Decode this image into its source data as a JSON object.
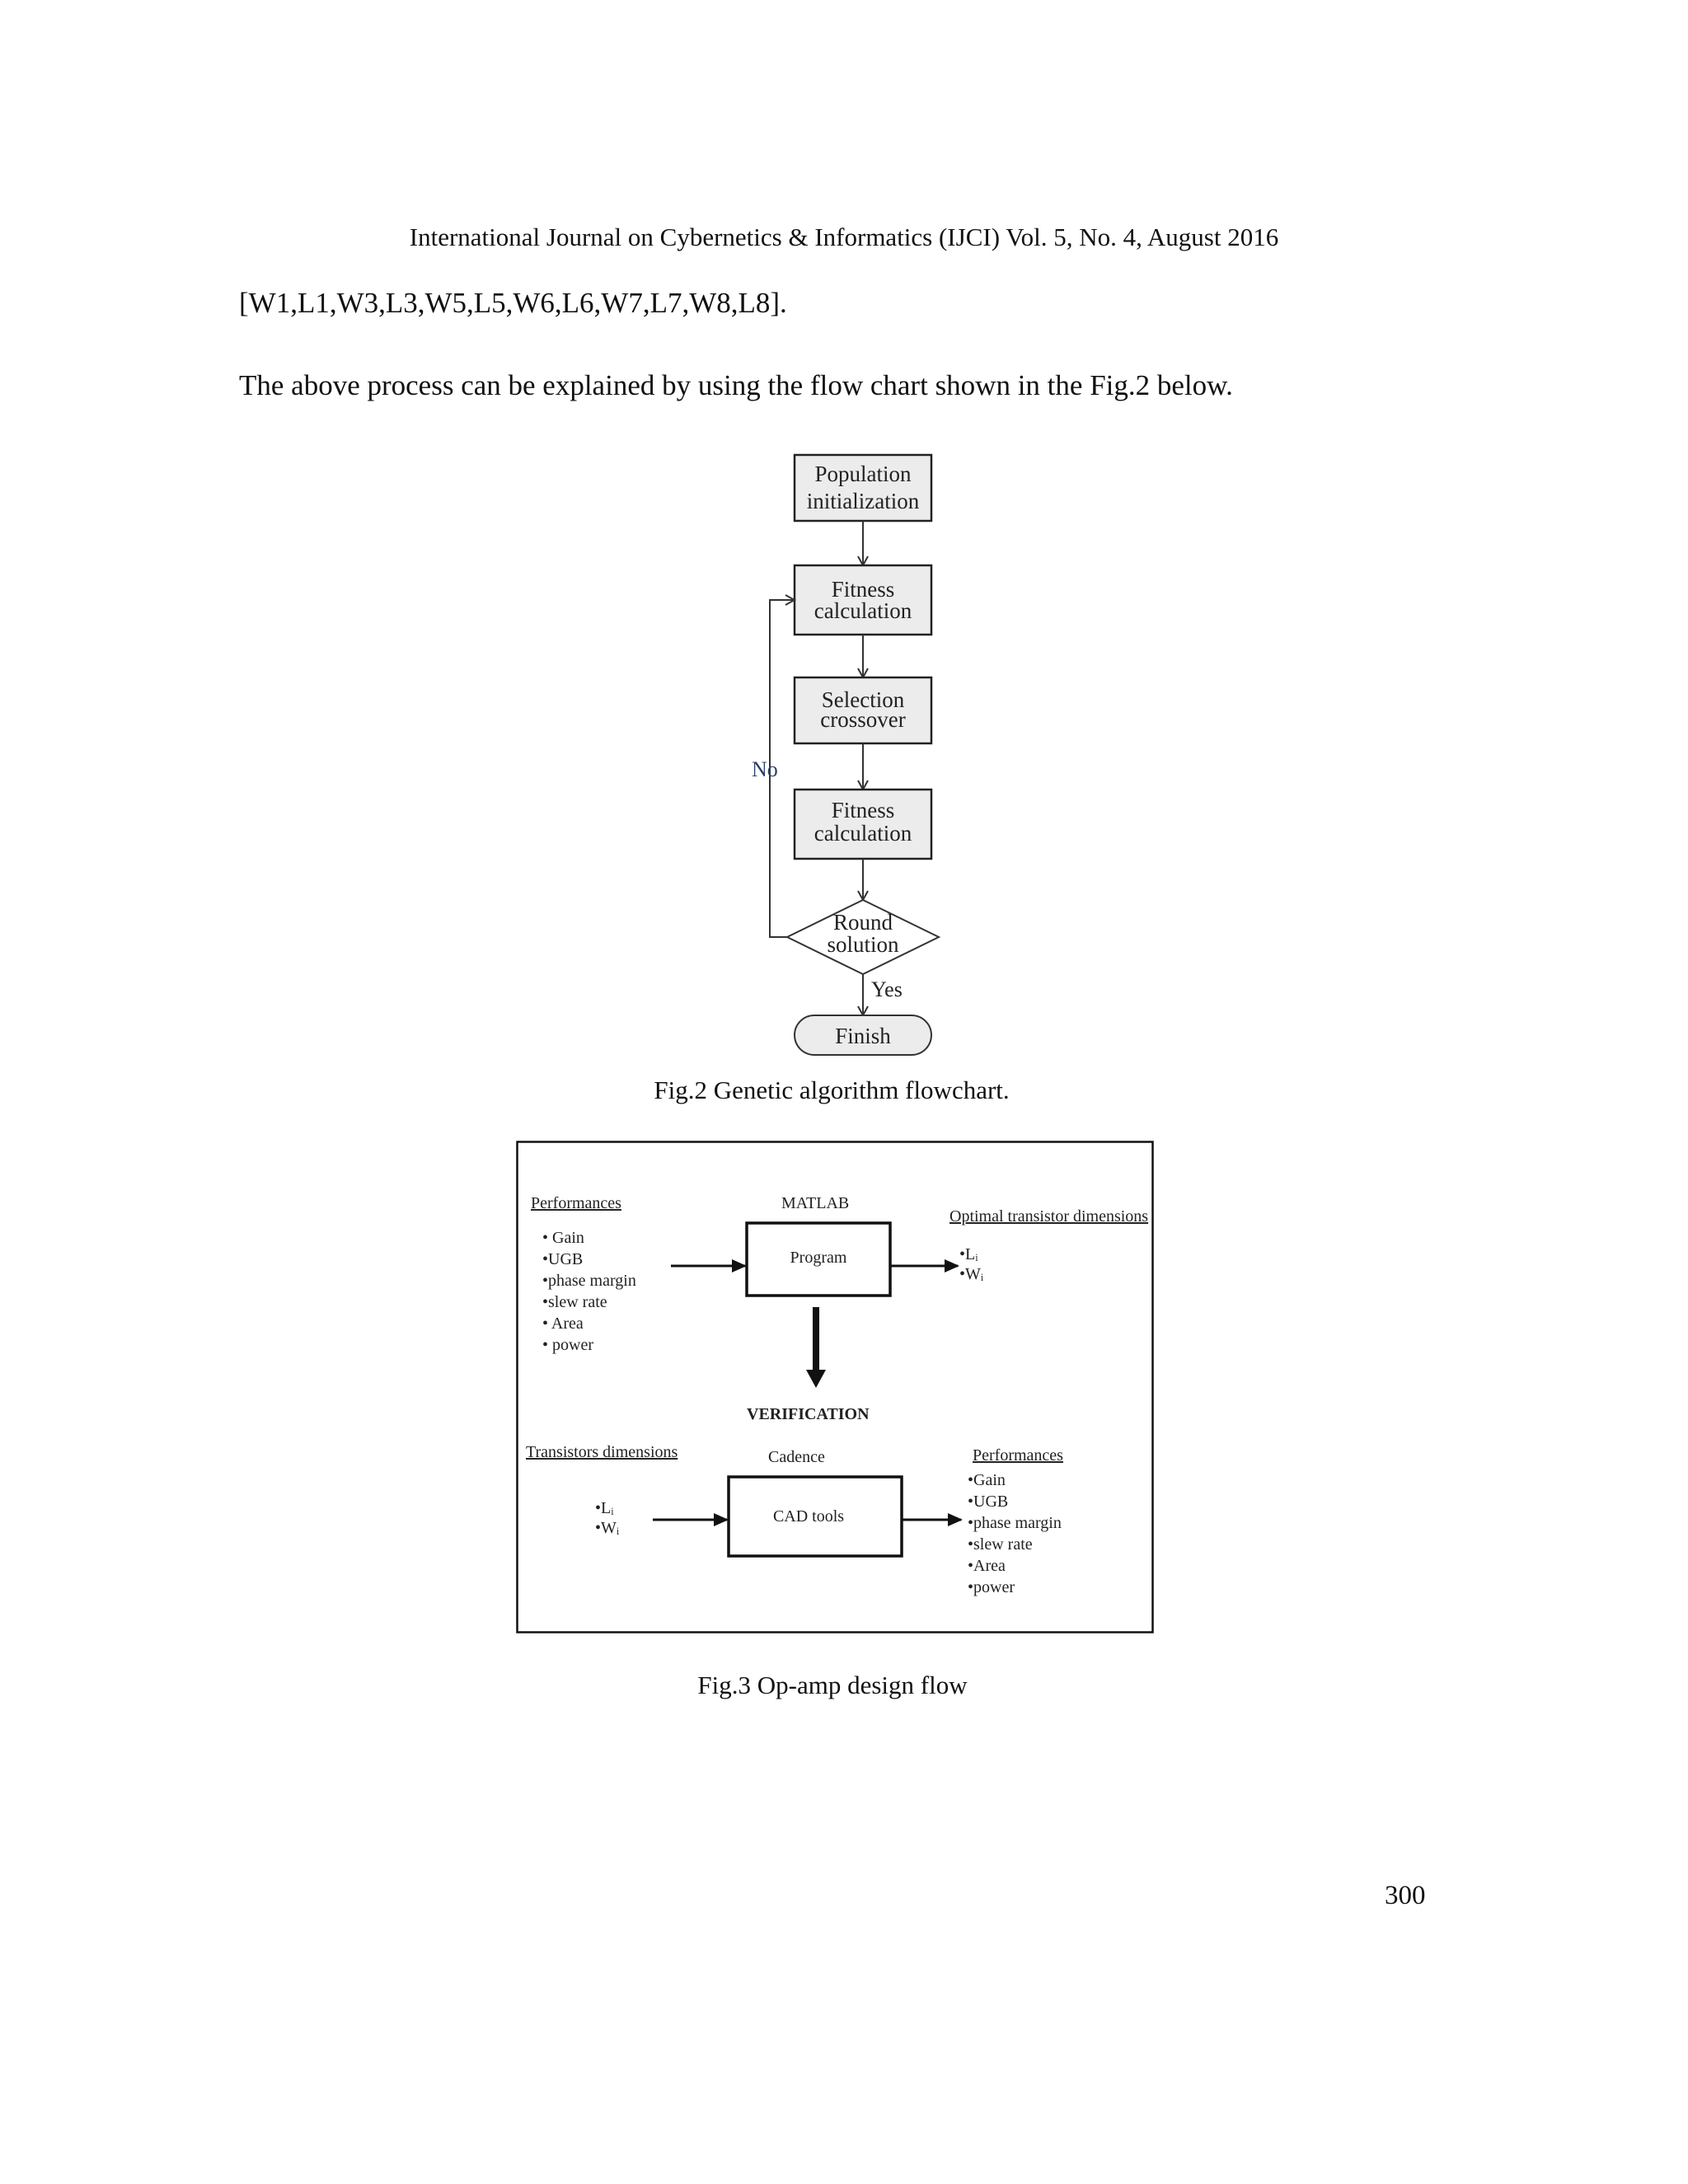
{
  "header": "International Journal on Cybernetics & Informatics (IJCI) Vol. 5, No. 4, August 2016",
  "para1": "[W1,L1,W3,L3,W5,L5,W6,L6,W7,L7,W8,L8].",
  "para2": "The above process can be explained by using the flow chart shown in the Fig.2 below.",
  "fig2": {
    "boxes": [
      {
        "line1": "Population",
        "line2": "initialization"
      },
      {
        "line1": "Fitness",
        "line2": "calculation"
      },
      {
        "line1": "Selection",
        "line2": "crossover"
      },
      {
        "line1": "Fitness",
        "line2": "calculation"
      }
    ],
    "decision": {
      "line1": "Round",
      "line2": "solution"
    },
    "no_label": "No",
    "yes_label": "Yes",
    "finish": "Finish",
    "caption": "Fig.2 Genetic algorithm flowchart."
  },
  "fig3": {
    "performances_title": "Performances",
    "performances_items": [
      "• Gain",
      "•UGB",
      "•phase margin",
      "•slew rate",
      "• Area",
      "• power"
    ],
    "matlab": "MATLAB",
    "program": "Program",
    "optimal_title": "Optimal transistor dimensions",
    "optimal_items": [
      "•Lᵢ",
      "•Wᵢ"
    ],
    "verification": "VERIFICATION",
    "transistors_title": "Transistors dimensions",
    "transistors_items": [
      "•Lᵢ",
      "•Wᵢ"
    ],
    "cadence": "Cadence",
    "cad_tools": "CAD tools",
    "performances2_title": "Performances",
    "performances2_items": [
      "•Gain",
      "•UGB",
      "•phase margin",
      "•slew rate",
      "•Area",
      "•power"
    ],
    "caption": "Fig.3 Op-amp design flow"
  },
  "page_number": "300"
}
